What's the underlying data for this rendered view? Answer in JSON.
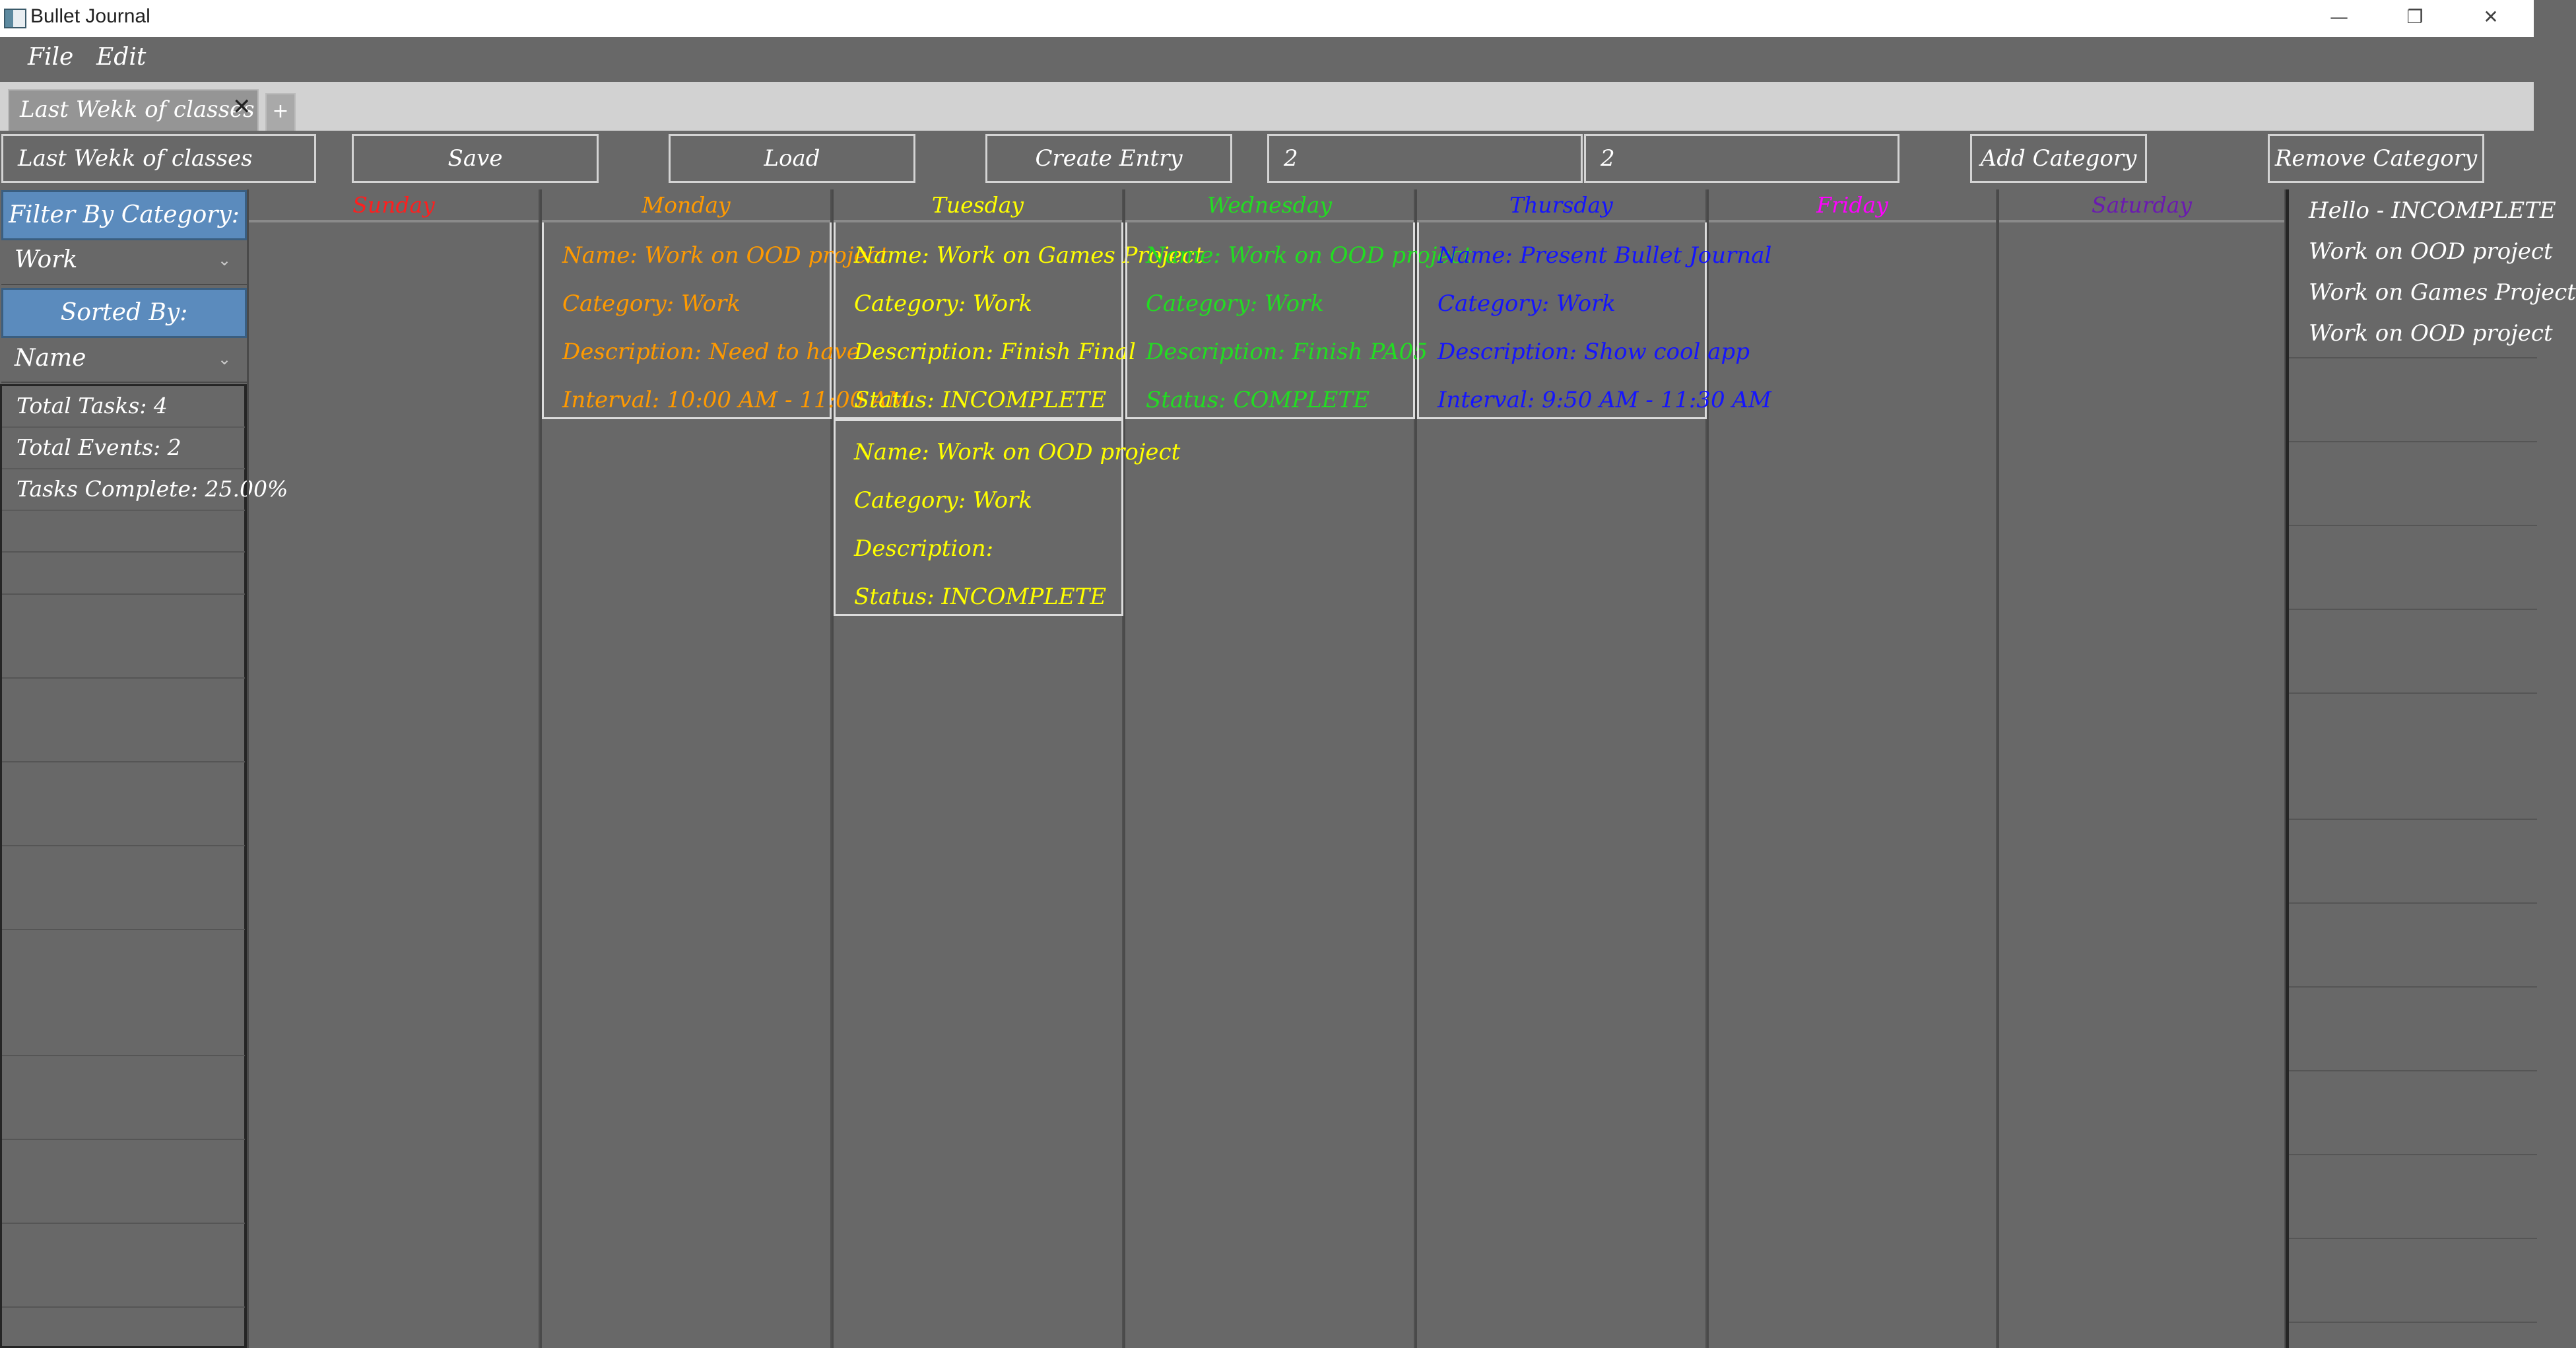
{
  "window": {
    "title": "Bullet Journal",
    "minimize_label": "—",
    "restore_label": "❐",
    "close_label": "✕"
  },
  "menu": {
    "items": [
      "File",
      "Edit"
    ]
  },
  "tabs": {
    "active_label": "Last Wekk of classes",
    "close_label": "✕",
    "add_label": "+"
  },
  "toolbar": {
    "journal_name": "Last Wekk of classes",
    "save_label": "Save",
    "load_label": "Load",
    "create_entry_label": "Create Entry",
    "field1_value": "2",
    "field2_value": "2",
    "add_category_label": "Add Category",
    "remove_category_label": "Remove Category"
  },
  "sidebar": {
    "filter_header": "Filter By Category:",
    "filter_value": "Work",
    "sort_header": "Sorted By:",
    "sort_value": "Name",
    "chevron": "⌄",
    "stats": [
      "Total Tasks: 4",
      "Total Events: 2",
      "Tasks Complete: 25.00%"
    ]
  },
  "calendar": {
    "days": [
      {
        "name": "Sunday",
        "color": "#ff1e1e"
      },
      {
        "name": "Monday",
        "color": "#ff9a00"
      },
      {
        "name": "Tuesday",
        "color": "#ffff00"
      },
      {
        "name": "Wednesday",
        "color": "#22dd22"
      },
      {
        "name": "Thursday",
        "color": "#1414ff"
      },
      {
        "name": "Friday",
        "color": "#ff00ff"
      },
      {
        "name": "Saturday",
        "color": "#6a1ab0"
      }
    ],
    "entries": {
      "monday": [
        {
          "lines": [
            "Name:  Work on OOD project",
            "Category:  Work",
            "Description:  Need to have",
            "Interval:  10:00 AM - 11:00 AM"
          ]
        }
      ],
      "tuesday": [
        {
          "lines": [
            "Name:  Work on Games Project",
            "Category:  Work",
            "Description:  Finish Final",
            "Status:  INCOMPLETE"
          ]
        },
        {
          "lines": [
            "Name:  Work on OOD project",
            "Category:  Work",
            "Description:",
            "Status:  INCOMPLETE"
          ]
        }
      ],
      "wednesday": [
        {
          "lines": [
            "Name:  Work on OOD project",
            "Category:  Work",
            "Description:  Finish PA05",
            "Status:  COMPLETE"
          ]
        }
      ],
      "thursday": [
        {
          "lines": [
            "Name:  Present Bullet Journal",
            "Category:  Work",
            "Description:  Show cool app",
            "Interval:  9:50 AM - 11:30 AM"
          ]
        }
      ]
    }
  },
  "task_list": {
    "items": [
      "Hello - INCOMPLETE",
      "Work on OOD project",
      "Work on Games Project",
      "Work on OOD project"
    ]
  }
}
